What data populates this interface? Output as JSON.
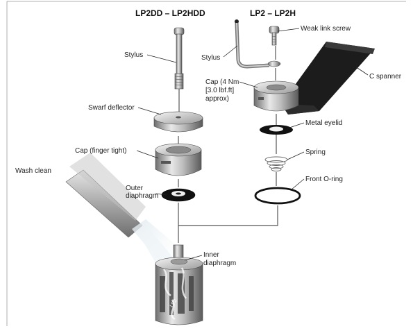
{
  "headings": {
    "left": "LP2DD – LP2HDD",
    "right": "LP2 – LP2H"
  },
  "labels": {
    "stylus_left": "Stylus",
    "swarf_deflector": "Swarf deflector",
    "cap_finger": "Cap (finger tight)",
    "outer_diaphragm_1": "Outer",
    "outer_diaphragm_2": "diaphragm",
    "wash_clean": "Wash clean",
    "inner_diaphragm_1": "Inner",
    "inner_diaphragm_2": "diaphragm",
    "weak_link_screw": "Weak link screw",
    "stylus_right": "Stylus",
    "c_spanner": "C spanner",
    "cap_torque_1": "Cap (4 Nm",
    "cap_torque_2": "[3.0 lbf.ft]",
    "cap_torque_3": "approx)",
    "metal_eyelid": "Metal eyelid",
    "spring": "Spring",
    "front_oring": "Front O-ring"
  }
}
